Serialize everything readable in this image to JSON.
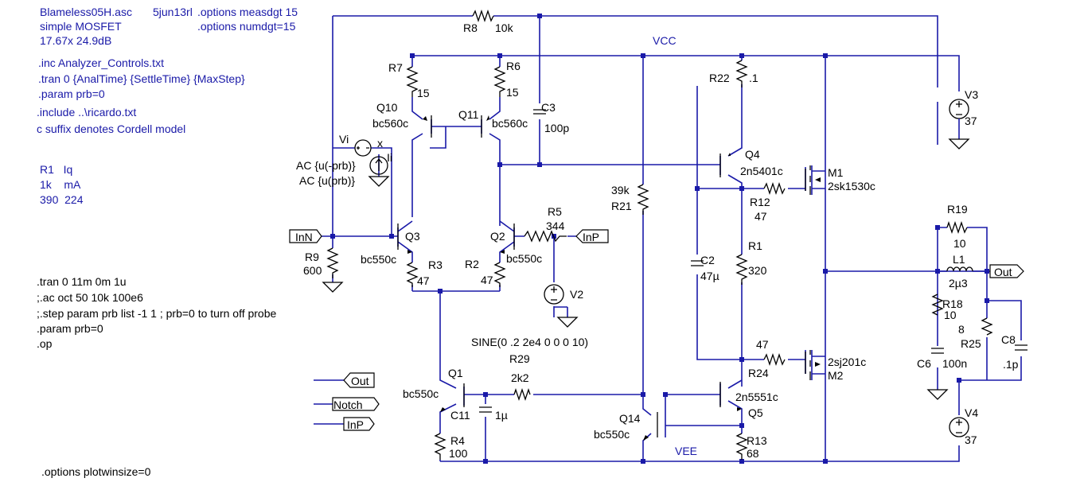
{
  "header": {
    "filename": "Blameless05H.asc",
    "date": "5jun13rl",
    "title": "simple MOSFET",
    "gain": "17.67x 24.9dB",
    "opt_meas": ".options measdgt 15",
    "opt_num": ".options numdgt=15"
  },
  "directives": {
    "inc": ".inc Analyzer_Controls.txt",
    "tran1": ".tran 0 {AnalTime} {SettleTime} {MaxStep}",
    "param1": ".param prb=0",
    "include": ".include ..\\ricardo.txt",
    "note": "c suffix denotes Cordell model",
    "table_h1": "R1   Iq",
    "table_h2": "1k    mA",
    "table_r1": "390  224",
    "tran2": ".tran 0 11m 0m 1u",
    "ac": ";.ac oct 50 10k 100e6",
    "step": ";.step param prb list -1 1 ; prb=0 to turn off probe",
    "param2": ".param prb=0",
    "op": ".op",
    "plotwin": ".options plotwinsize=0"
  },
  "nets": {
    "vcc": "VCC",
    "vee": "VEE"
  },
  "ports": {
    "inn": "InN",
    "inp": "InP",
    "out": "Out",
    "out2": "Out",
    "notch": "Notch",
    "inp2": "InP"
  },
  "sources": {
    "vi": "Vi",
    "ii": "Ii",
    "x": "x",
    "ac1": "AC {u(-prb)}",
    "ac2": "AC {u(prb)}",
    "v2": "V2",
    "sine": "SINE(0 .2 2e4 0 0 0 10)",
    "v3": "V3",
    "v3_val": "37",
    "v4": "V4",
    "v4_val": "37"
  },
  "components": {
    "r8": "R8",
    "r8_val": "10k",
    "r7": "R7",
    "r7_val": "15",
    "r6": "R6",
    "r6_val": "15",
    "c3": "C3",
    "c3_val": "100p",
    "q10": "Q10",
    "q10_m": "bc560c",
    "q11": "Q11",
    "q11_m": "bc560c",
    "r22": "R22",
    "r22_val": ".1",
    "q4": "Q4",
    "q4_m": "2n5401c",
    "m1": "M1",
    "m1_m": "2sk1530c",
    "r12": "R12",
    "r12_val": "47",
    "r21": "R21",
    "r21_val": "39k",
    "r1": "R1",
    "r1_val": "320",
    "c2": "C2",
    "c2_val": "47µ",
    "q3": "Q3",
    "q3_m": "bc550c",
    "q2": "Q2",
    "q2_m": "bc550c",
    "r5": "R5",
    "r5_val": "344",
    "r9": "R9",
    "r9_val": "600",
    "r3": "R3",
    "r3_val": "47",
    "r2": "R2",
    "r2_val": "47",
    "r19": "R19",
    "r19_val": "10",
    "l1": "L1",
    "l1_val": "2µ3",
    "r18": "R18",
    "r18_val": "10",
    "r25": "R25",
    "r25_val": "8",
    "c8": "C8",
    "c8_val": ".1p",
    "c6": "C6",
    "c6_val": "100n",
    "r29": "R29",
    "r29_val": "2k2",
    "r24": "R24",
    "r24_val": "47",
    "m2": "M2",
    "m2_m": "2sj201c",
    "q1": "Q1",
    "q1_m": "bc550c",
    "c11": "C11",
    "c11_val": "1µ",
    "q5": "Q5",
    "q5_m": "2n5551c",
    "q14": "Q14",
    "q14_m": "bc550c",
    "r4": "R4",
    "r4_val": "100",
    "r13": "R13",
    "r13_val": "68"
  },
  "colors": {
    "wire": "#1a1aa8",
    "component": "#000000",
    "background": "#ffffff"
  }
}
